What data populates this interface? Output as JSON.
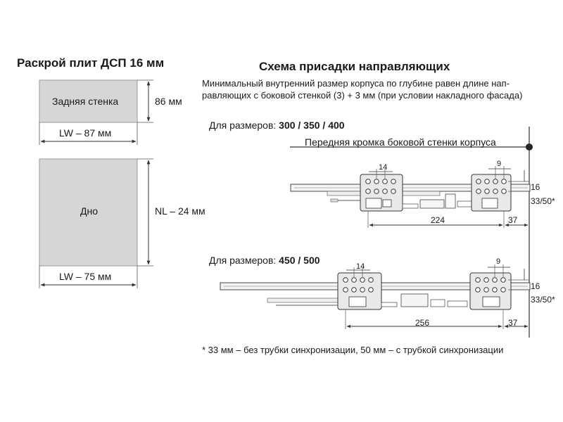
{
  "left": {
    "title": "Раскрой плит ДСП 16 мм",
    "back_panel": {
      "label": "Задняя стенка",
      "height_dim": "86 мм",
      "width_dim": "LW – 87 мм"
    },
    "bottom_panel": {
      "label": "Дно",
      "height_dim": "NL – 24 мм",
      "width_dim": "LW – 75 мм"
    }
  },
  "right": {
    "title": "Схема присадки направляющих",
    "description": "Минимальный внутренний размер корпуса по глубине равен длине нап-равляющих с боковой стенкой (3) + 3 мм (при условии накладного фасада)",
    "front_edge_label": "Передняя кромка боковой стенки корпуса",
    "section1": {
      "prefix": "Для размеров: ",
      "sizes": "300 / 350 / 400",
      "dims": {
        "hole_spacing": "14",
        "rear_spacing": "9",
        "height": "16",
        "height2": "33/50*",
        "length": "224",
        "front": "37"
      }
    },
    "section2": {
      "prefix": "Для размеров: ",
      "sizes": "450 / 500",
      "dims": {
        "hole_spacing": "14",
        "rear_spacing": "9",
        "height": "16",
        "height2": "33/50*",
        "length": "256",
        "front": "37"
      }
    },
    "footnote": "* 33 мм – без трубки синхронизации, 50 мм – с трубкой синхронизации"
  },
  "colors": {
    "panel_fill": "#d6d6d6",
    "line": "#333333"
  }
}
